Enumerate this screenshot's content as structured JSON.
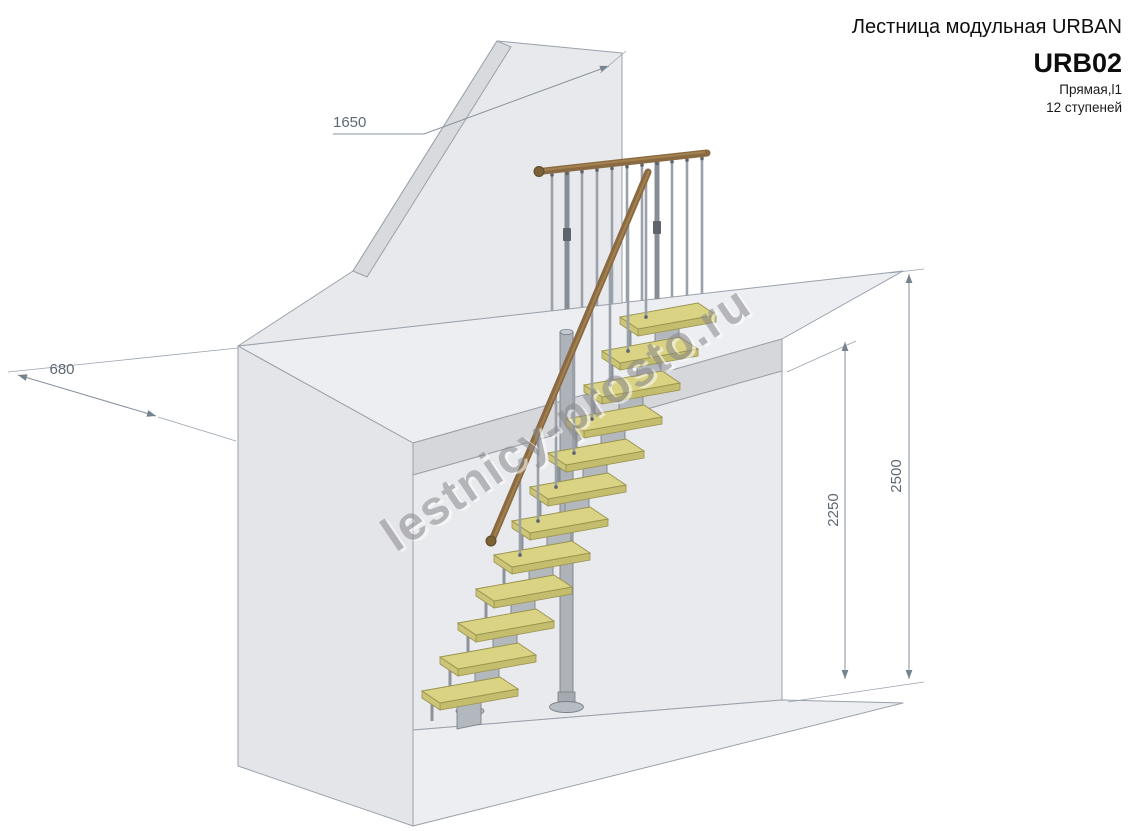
{
  "header": {
    "series_title": "Лестница модульная URBAN",
    "model": "URB02",
    "type_line": "Прямая,l1",
    "steps_line": "12 ступеней"
  },
  "dimensions": {
    "wall_width": "1650",
    "landing_depth": "680",
    "total_height": "2500",
    "floor_to_ceiling": "2250"
  },
  "watermark": "lestnicy-prosto.ru",
  "stairs": {
    "steps_count": 12
  },
  "colors": {
    "tread_top": "#d9d383",
    "tread_front": "#c4bd6e",
    "tread_side": "#ccc577",
    "metal": "#b3b7be",
    "handrail": "#8a6a42",
    "baluster": "#9aa1a9",
    "dimension": "#85909c"
  }
}
